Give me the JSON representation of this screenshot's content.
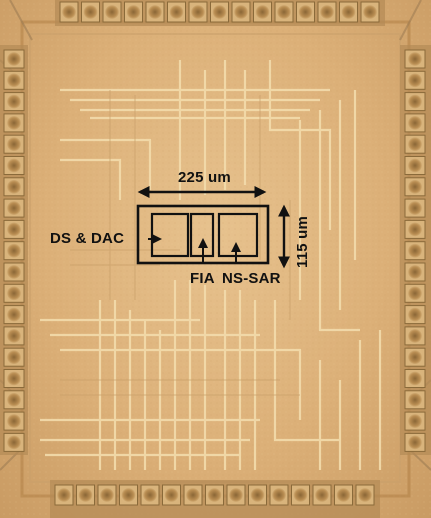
{
  "image": {
    "subject": "chip-micrograph",
    "dimension_width": "225 um",
    "dimension_height": "115 um",
    "blocks": [
      "DS & DAC",
      "FIA",
      "NS-SAR"
    ],
    "colors": {
      "die": "#dcb078",
      "metal": "#f1d7a4",
      "pad": "#b98d52",
      "annotation": "#111111"
    }
  }
}
